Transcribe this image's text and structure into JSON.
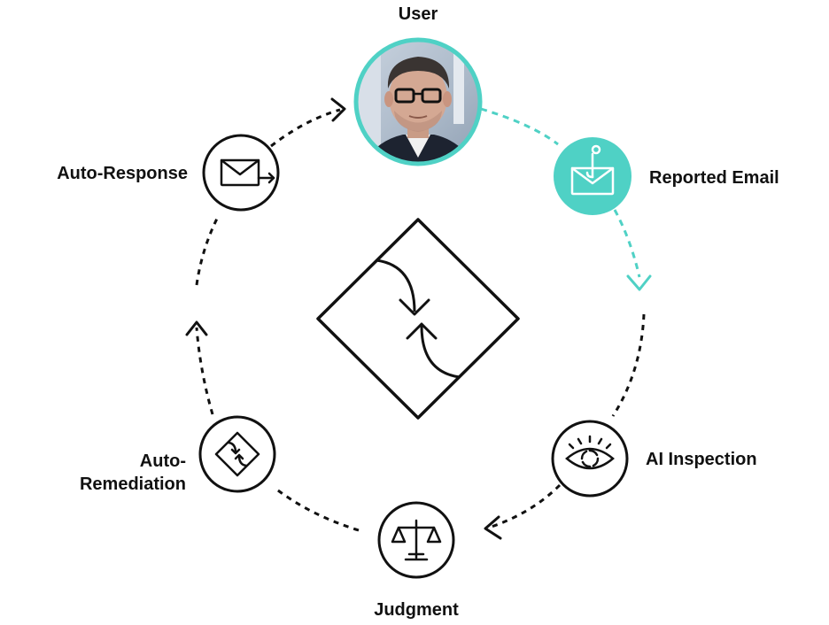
{
  "labels": {
    "user": "User",
    "reported_email": "Reported Email",
    "ai_inspection": "AI Inspection",
    "judgment": "Judgment",
    "auto_remediation_line1": "Auto-",
    "auto_remediation_line2": "Remediation",
    "auto_response": "Auto-Response"
  },
  "colors": {
    "accent": "#4fd1c5",
    "ink": "#111111",
    "background": "#ffffff"
  },
  "icons": {
    "user": "user-photo-avatar",
    "reported_email": "envelope-with-hook-icon",
    "ai_inspection": "eye-icon",
    "judgment": "scales-icon",
    "auto_remediation": "diamond-arrows-icon",
    "auto_response": "envelope-send-icon",
    "center": "diamond-arrows-icon"
  }
}
